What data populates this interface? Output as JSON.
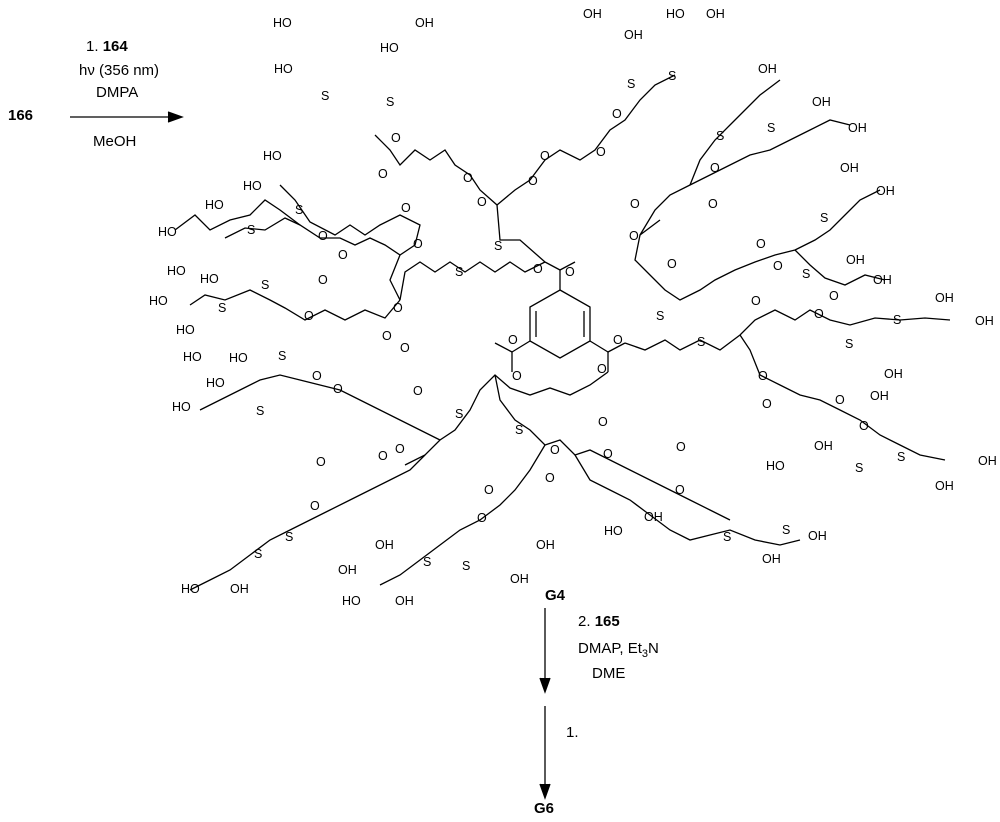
{
  "step1": {
    "reactant": "166",
    "reagent_number": "1.",
    "reagent_compound": "164",
    "hv_prefix": "hν",
    "wavelength": "(356 nm)",
    "initiator": "DMPA",
    "solvent": "MeOH"
  },
  "product_g4": "G4",
  "step2": {
    "number": "2.",
    "compound": "165",
    "reagents_prefix": "DMAP, Et",
    "reagents_sub": "3",
    "reagents_suffix": "N",
    "solvent": "DME"
  },
  "step3": {
    "number": "1."
  },
  "product_g6": "G6",
  "atoms": {
    "hydroxyl": "HO",
    "hydroxyl_right": "OH",
    "sulfur": "S",
    "oxygen": "O"
  }
}
